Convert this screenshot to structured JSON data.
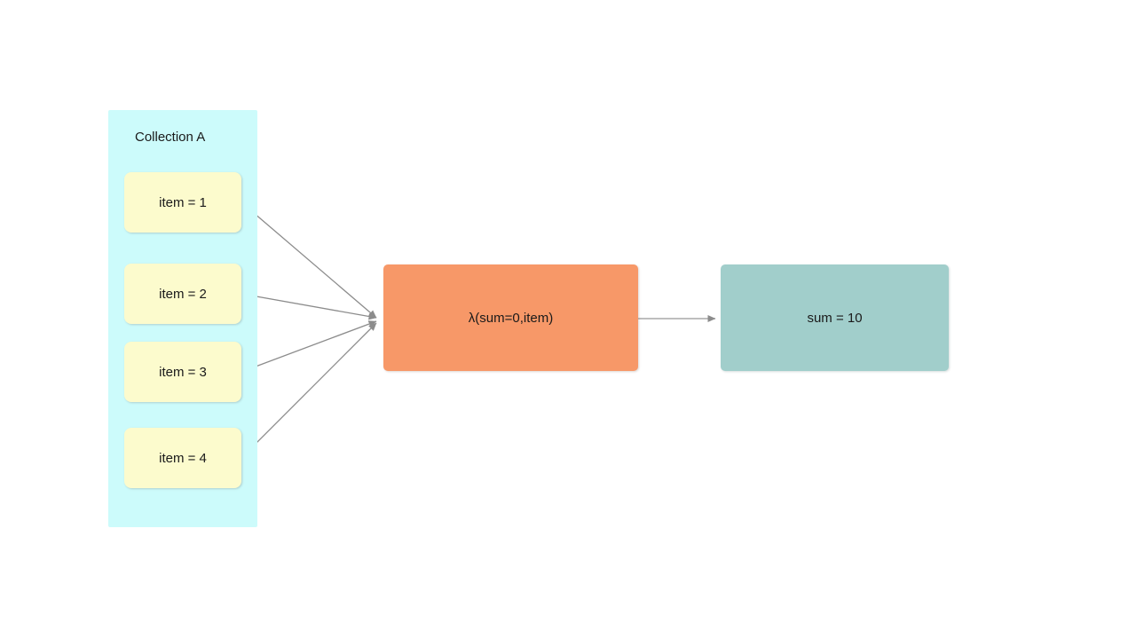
{
  "diagram": {
    "type": "reduce-fold-dataflow",
    "background_color": "#ffffff",
    "collection": {
      "title": "Collection A",
      "fill_color": "#ccfbfb",
      "items": [
        {
          "label": "item = 1",
          "value": 1
        },
        {
          "label": "item = 2",
          "value": 2
        },
        {
          "label": "item = 3",
          "value": 3
        },
        {
          "label": "item = 4",
          "value": 4
        }
      ],
      "item_fill_color": "#fcfbcd"
    },
    "processor": {
      "label": "λ(sum=0,item)",
      "fill_color": "#f79868"
    },
    "result": {
      "label": "sum = 10",
      "fill_color": "#a1cecb"
    },
    "edges": {
      "stroke_color": "#8c8c8c",
      "fan_in_count": 4,
      "output_count": 1
    }
  }
}
